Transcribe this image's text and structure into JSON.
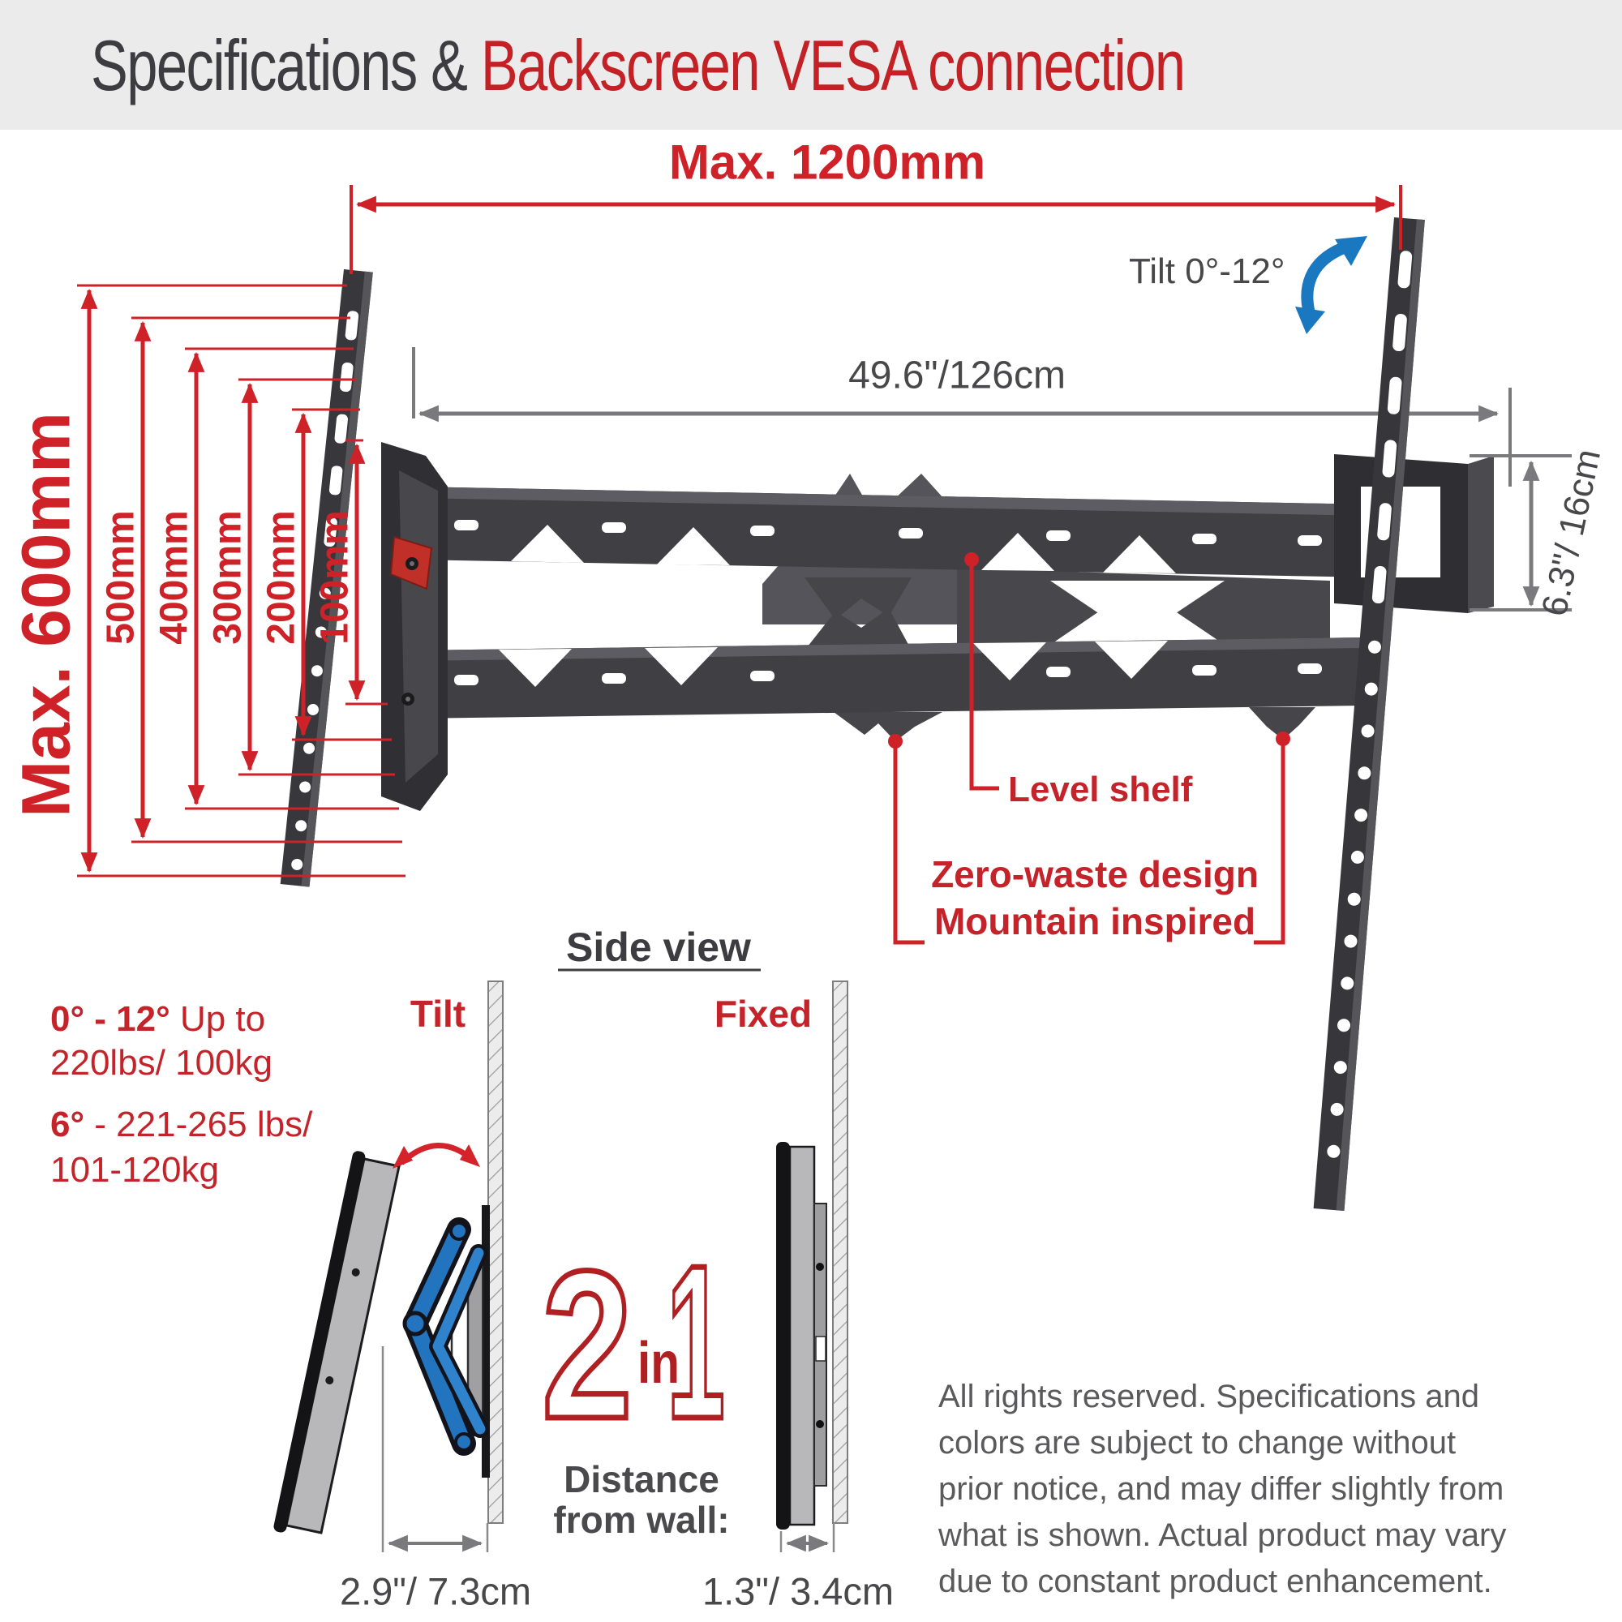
{
  "header": {
    "title_dark": "Specifications & ",
    "title_red": "Backscreen VESA connection"
  },
  "diagram": {
    "dim_max_width": "Max. 1200mm",
    "tilt_range": "Tilt 0°-12°",
    "dim_screen_width": "49.6\"/126cm",
    "dim_max_height": "Max. 600mm",
    "vesa_dims": [
      "500mm",
      "400mm",
      "300mm",
      "200mm",
      "100mm"
    ],
    "dim_plate_height": "6.3\"/ 16cm",
    "callout_level_shelf": "Level shelf",
    "callout_zero_waste_line1": "Zero-waste design",
    "callout_zero_waste_line2": "Mountain inspired"
  },
  "side_view": {
    "title": "Side view",
    "tilt_label": "Tilt",
    "fixed_label": "Fixed",
    "tilt_spec_bold": "0° - 12°",
    "tilt_spec_rest": " Up to",
    "tilt_spec_line2": "220lbs/ 100kg",
    "fixed_spec_bold": "6°",
    "fixed_spec_rest": " - 221-265 lbs/",
    "fixed_spec_line2": "101-120kg",
    "logo_two": "2",
    "logo_in": "in",
    "logo_one": "1",
    "distance_line1": "Distance",
    "distance_line2": "from wall:",
    "tilt_distance": "2.9\"/ 7.3cm",
    "fixed_distance": "1.3\"/ 3.4cm"
  },
  "footer": {
    "lines": [
      "All rights reserved. Specifications and",
      "colors are subject to change without",
      "prior notice, and may differ slightly from",
      "what is shown. Actual product may vary",
      "due to constant product enhancement."
    ]
  },
  "colors": {
    "accent_red": "#c5232a",
    "dimension_red": "#cf2128",
    "arrow_blue": "#1a78c0",
    "metal_dark": "#3f3f44",
    "text_gray": "#48484b"
  }
}
